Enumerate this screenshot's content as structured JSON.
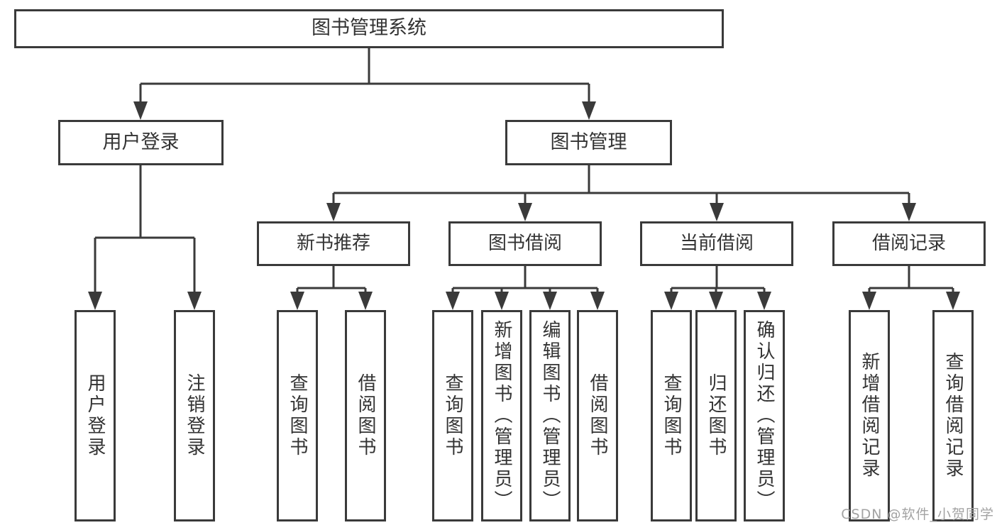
{
  "colors": {
    "line": "#3a3a3a",
    "text": "#333333",
    "watermark": "#a3a3a3",
    "background": "#ffffff"
  },
  "tree": {
    "root": {
      "label": "图书管理系统"
    },
    "branches": [
      {
        "label": "用户登录",
        "children": [
          "用户登录",
          "注销登录"
        ]
      },
      {
        "label": "图书管理",
        "groups": [
          {
            "label": "新书推荐",
            "children": [
              "查询图书",
              "借阅图书"
            ]
          },
          {
            "label": "图书借阅",
            "children": [
              "查询图书",
              "新增图书（管理员）",
              "编辑图书（管理员）",
              "借阅图书"
            ]
          },
          {
            "label": "当前借阅",
            "children": [
              "查询图书",
              "归还图书",
              "确认归还（管理员）"
            ]
          },
          {
            "label": "借阅记录",
            "children": [
              "新增借阅记录",
              "查询借阅记录"
            ]
          }
        ]
      }
    ]
  },
  "watermark": "CSDN @软件_小贺同学"
}
